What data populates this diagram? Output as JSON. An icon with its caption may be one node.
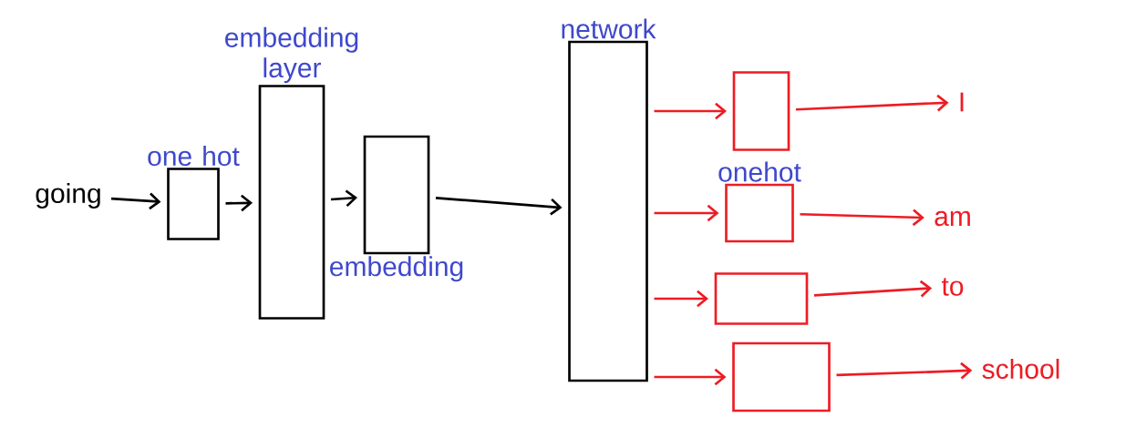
{
  "diagram": {
    "nodes": [
      {
        "text": [
          "going"
        ]
      },
      {
        "text": [
          "one hot"
        ]
      },
      {
        "text": [
          "embedding layer"
        ]
      },
      {
        "text": [
          "embedding"
        ]
      },
      {
        "text": [
          "network"
        ]
      },
      {
        "text": [],
        "shape": "box"
      },
      {
        "text": [
          "onehot"
        ]
      },
      {
        "text": [],
        "shape": "box"
      },
      {
        "text": [],
        "shape": "box"
      },
      {
        "text": [
          "I"
        ]
      },
      {
        "text": [
          "am"
        ]
      },
      {
        "text": [
          "to"
        ]
      },
      {
        "text": [
          "school"
        ]
      }
    ],
    "edges": [
      {
        "from": 0,
        "to": 1,
        "arrow": "to",
        "color": "#000000"
      },
      {
        "from": 1,
        "to": 2,
        "arrow": "to",
        "color": "#000000"
      },
      {
        "from": 2,
        "to": 3,
        "arrow": "to",
        "color": "#000000"
      },
      {
        "from": 3,
        "to": 4,
        "arrow": "to",
        "color": "#000000"
      },
      {
        "from": 4,
        "to": 5,
        "arrow": "to"
      },
      {
        "from": 4,
        "to": 6,
        "arrow": "to"
      },
      {
        "from": 4,
        "to": 7,
        "arrow": "to"
      },
      {
        "from": 4,
        "to": 8,
        "arrow": "to"
      },
      {
        "from": 5,
        "to": 9,
        "arrow": "to"
      },
      {
        "from": 6,
        "to": 10,
        "arrow": "to"
      },
      {
        "from": 7,
        "to": 11,
        "arrow": "to"
      },
      {
        "from": 8,
        "to": 12,
        "arrow": "to"
      }
    ]
  }
}
